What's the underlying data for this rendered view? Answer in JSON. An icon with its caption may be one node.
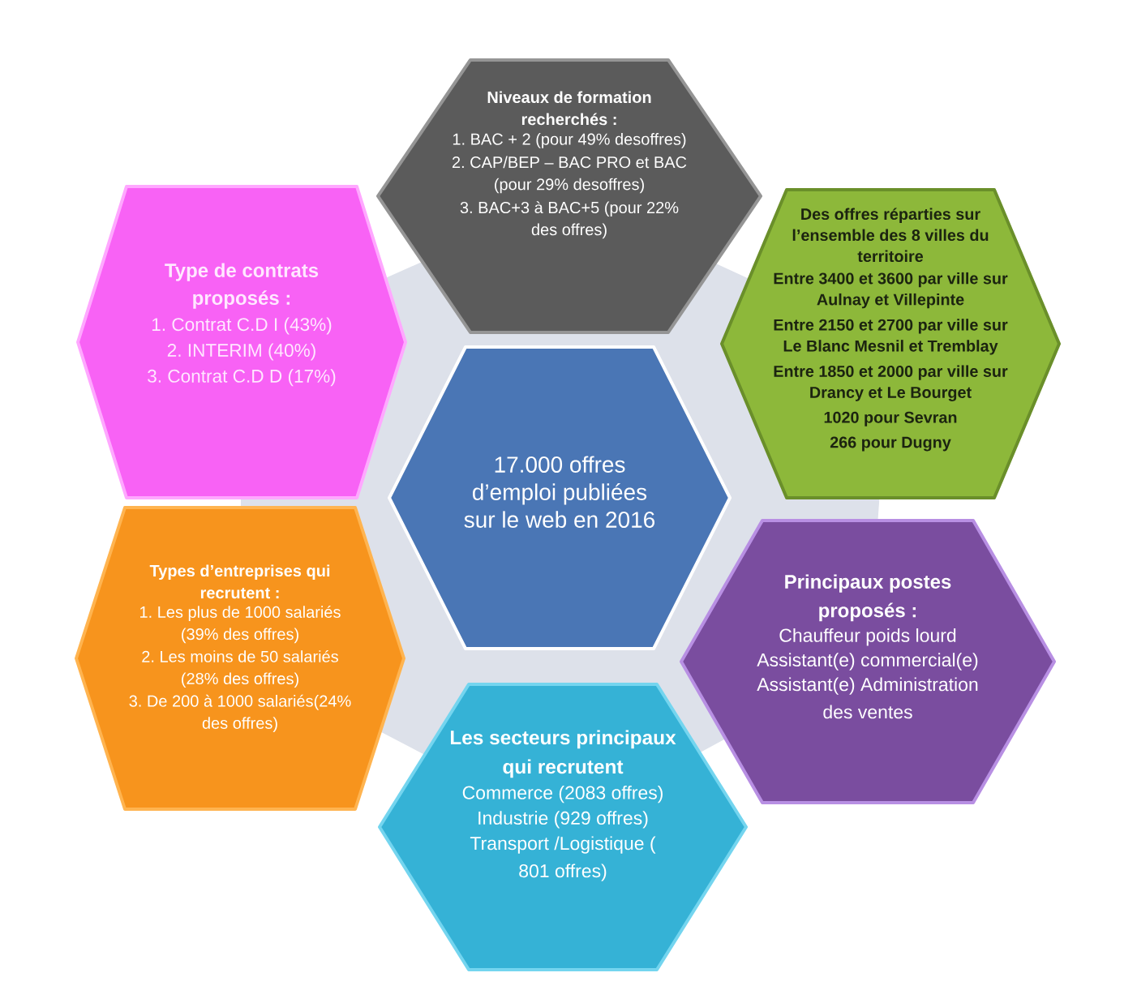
{
  "diagram": {
    "nodes": [
      {
        "text": [
          "Niveaux de formation recherchés :",
          "1. BAC + 2 (pour 49% desoffres)",
          "2. CAP/BEP – BAC PRO et BAC (pour 29% desoffres)",
          "3. BAC+3 à BAC+5 (pour 22% des offres)"
        ]
      },
      {
        "text": [
          "Type de contrats proposés :",
          "1. Contrat C.D I (43%)",
          "2. INTERIM (40%)",
          "3. Contrat C.D D (17%)"
        ]
      },
      {
        "text": [
          "Des offres réparties sur l’ensemble des 8 villes du territoire",
          "Entre 3400 et 3600 par ville sur Aulnay et Villepinte",
          "Entre 2150 et 2700 par ville sur Le Blanc Mesnil et Tremblay",
          "Entre 1850 et 2000 par ville sur Drancy et Le Bourget",
          "1020 pour Sevran",
          "266 pour Dugny"
        ]
      },
      {
        "text": [
          "17.000 offres d’emploi publiées sur le web en 2016"
        ]
      },
      {
        "text": [
          "Types d’entreprises qui recrutent :",
          "1. Les plus de 1000 salariés (39% des offres)",
          "2. Les moins de 50 salariés (28% des offres)",
          "3. De 200 à 1000 salariés(24% des offres)"
        ]
      },
      {
        "text": [
          "Principaux postes proposés :",
          "Chauffeur poids lourd",
          "Assistant(e) commercial(e)",
          "Assistant(e) Administration des ventes"
        ]
      },
      {
        "text": [
          "Les secteurs principaux qui recrutent",
          "Commerce (2083 offres)",
          "Industrie (929 offres)",
          "Transport /Logistique ( 801 offres)"
        ]
      }
    ]
  }
}
